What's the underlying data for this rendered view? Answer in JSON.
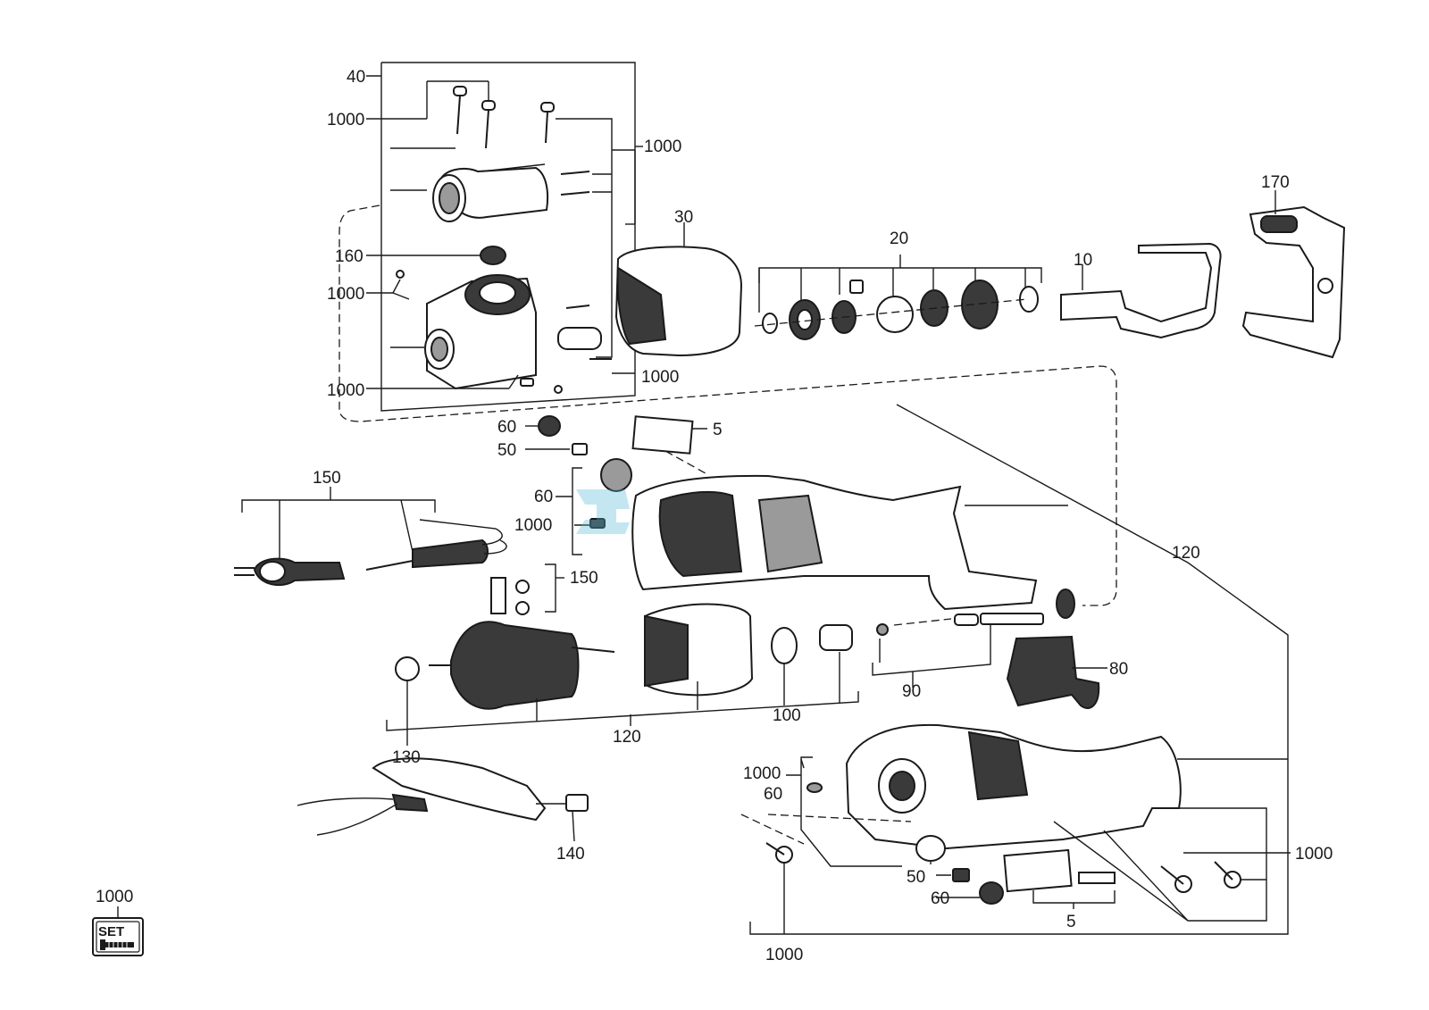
{
  "labels": {
    "l40": "40",
    "l1000_a": "1000",
    "l1000_b": "1000",
    "l160": "160",
    "l1000_c": "1000",
    "l1000_d": "1000",
    "l1000_e": "1000",
    "l30": "30",
    "l20": "20",
    "l10": "10",
    "l170": "170",
    "l60_a": "60",
    "l5_a": "5",
    "l50_a": "50",
    "l150_a": "150",
    "l60_b": "60",
    "l1000_f": "1000",
    "l150_b": "150",
    "l120_a": "120",
    "l90": "90",
    "l80": "80",
    "l100": "100",
    "l130": "130",
    "l120_b": "120",
    "l1000_g": "1000",
    "l60_c": "60",
    "l140": "140",
    "l1000_h": "1000",
    "l50_b": "50",
    "l60_d": "60",
    "l5_b": "5",
    "l1000_i": "1000",
    "l1000_set": "1000"
  },
  "set_icon": {
    "text": "SET",
    "icon": "screw-set-icon"
  }
}
